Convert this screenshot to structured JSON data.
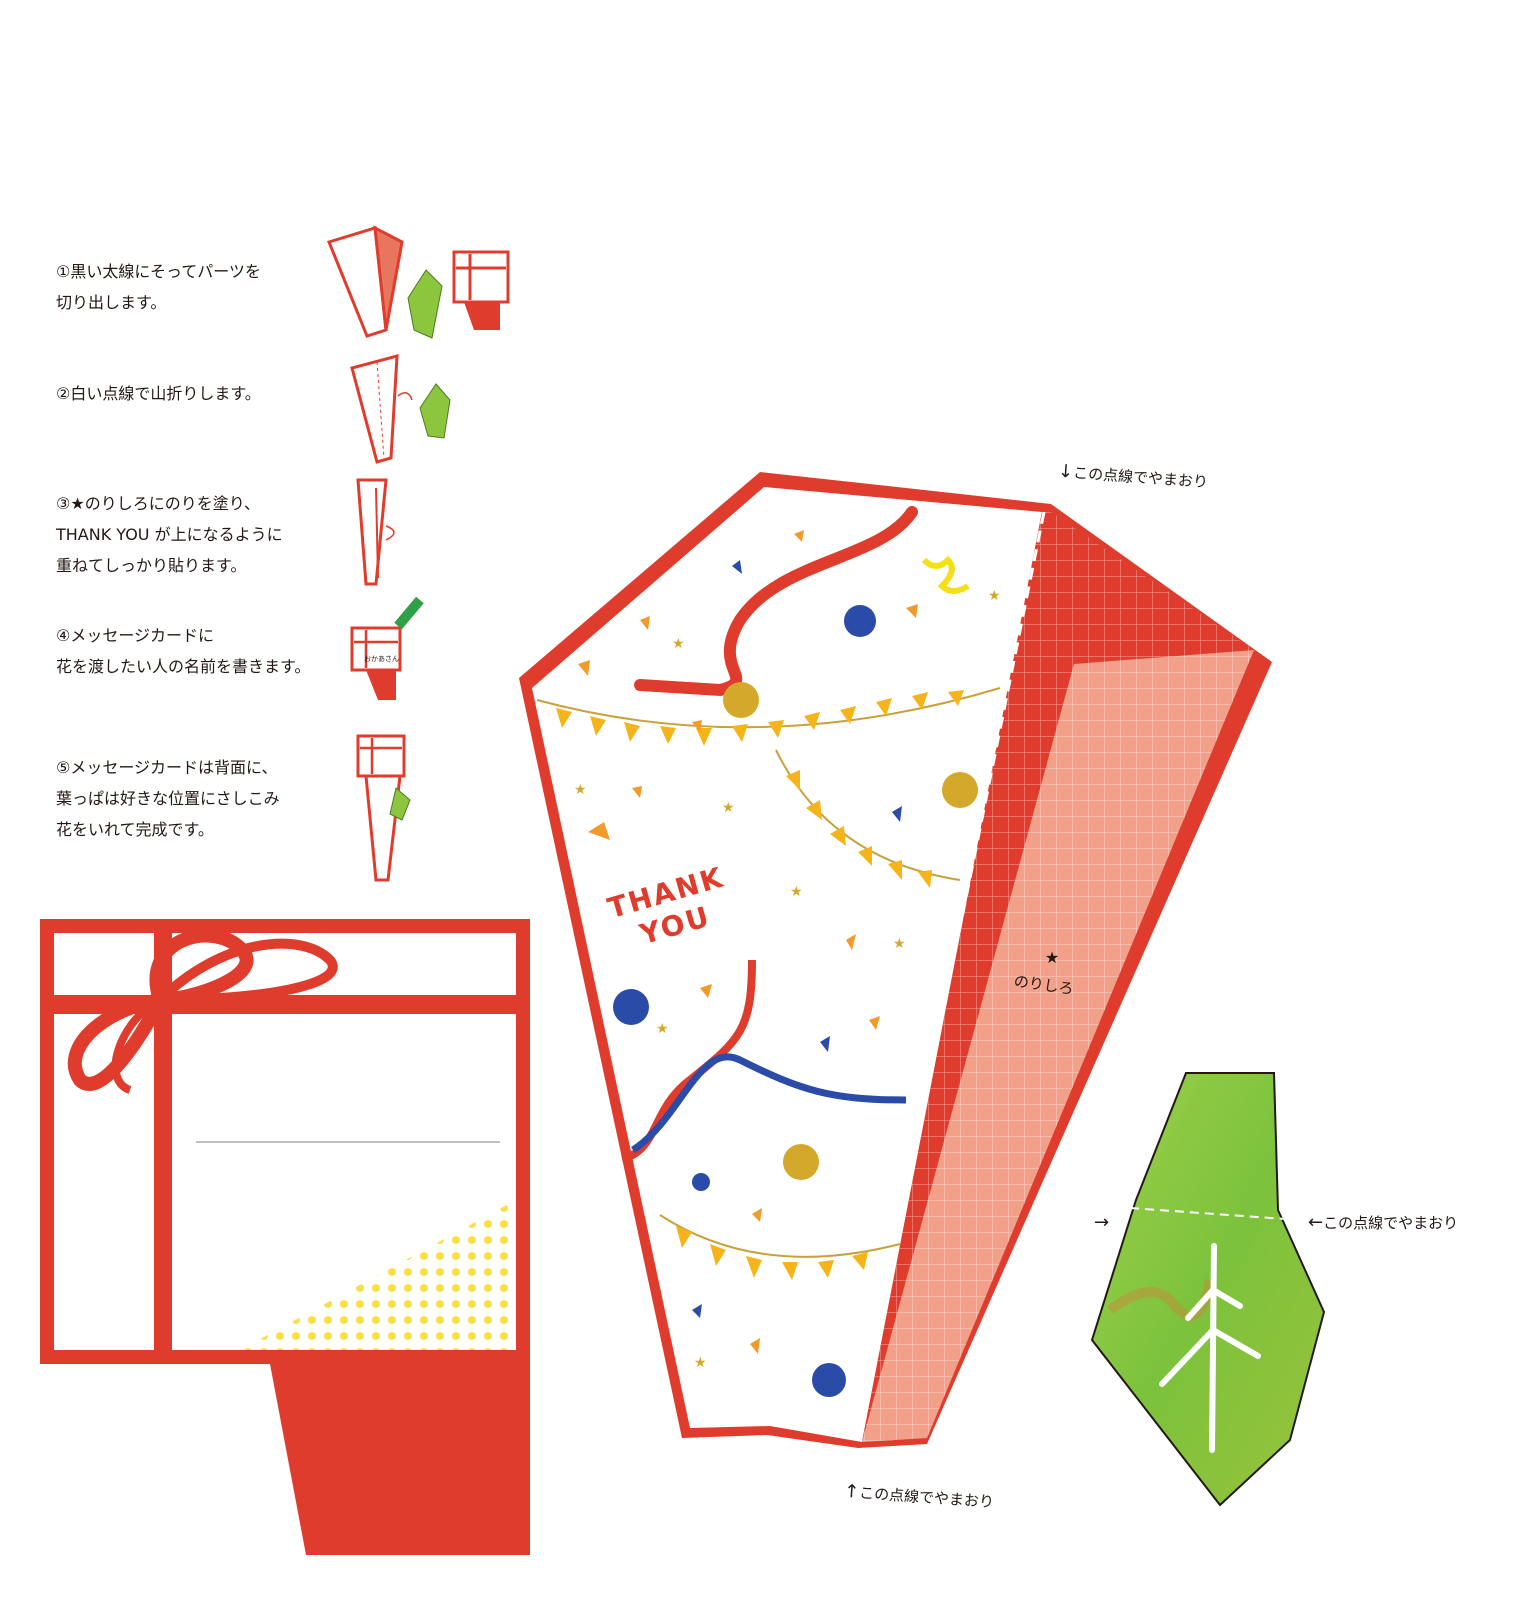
{
  "instructions": [
    {
      "lines": [
        "①黒い太線にそってパーツを",
        "切り出します。"
      ]
    },
    {
      "lines": [
        "②白い点線で山折りします。"
      ]
    },
    {
      "lines": [
        "③★のりしろにのりを塗り、",
        "THANK YOU が上になるように",
        "重ねてしっかり貼ります。"
      ]
    },
    {
      "lines": [
        "④メッセージカードに",
        "花を渡したい人の名前を書きます。"
      ]
    },
    {
      "lines": [
        "⑤メッセージカードは背面に、",
        "葉っぱは好きな位置にさしこみ",
        "花をいれて完成です。"
      ]
    }
  ],
  "fold_labels": {
    "top": "この点線でやまおり",
    "bottom": "この点線でやまおり",
    "leaf": "この点線でやまおり"
  },
  "thank_you": {
    "line1": "THANK",
    "line2": "YOU"
  },
  "glue_tab": {
    "star": "★",
    "label": "のりしろ"
  },
  "mini_card_name": "おかあさん",
  "colors": {
    "red": "#e03c2d",
    "salmon": "#f2a08a",
    "leaf_green": "#8cc63f",
    "blue": "#2a4ba8",
    "gold": "#d4a82a",
    "yellow": "#f4c61a"
  }
}
